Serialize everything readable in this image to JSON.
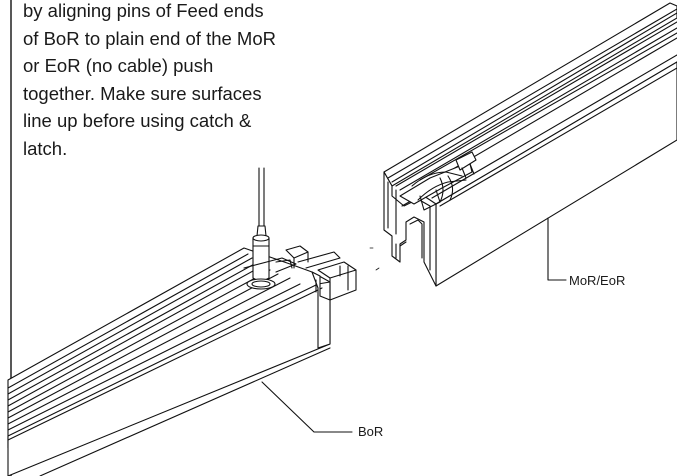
{
  "instruction": {
    "lines": [
      "by aligning pins of Feed ends",
      "of BoR to plain end of the MoR",
      "or EoR (no cable) push",
      "together. Make sure surfaces",
      "line up before using catch &",
      "latch."
    ]
  },
  "callouts": {
    "mor_eor": "MoR/EoR",
    "bor": "BoR"
  }
}
